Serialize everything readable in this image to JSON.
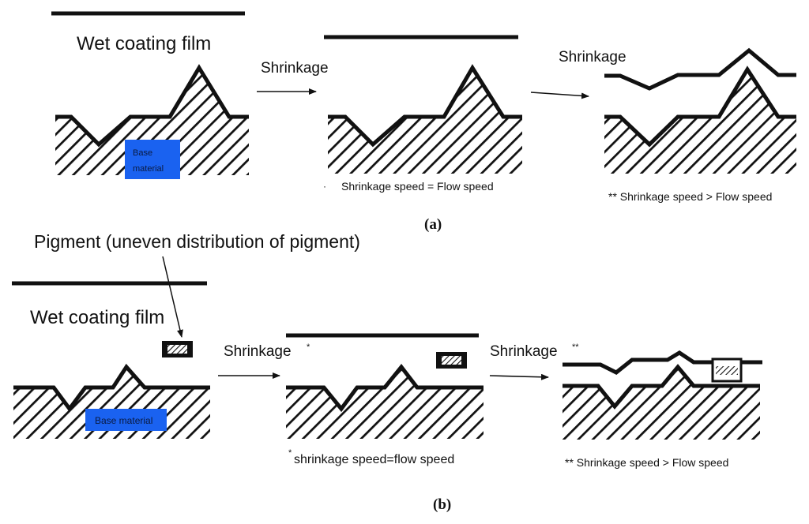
{
  "labels": {
    "wet_film_a": "Wet coating film",
    "base_material_a": [
      "Base",
      "material"
    ],
    "shrinkage_a1": "Shrinkage",
    "shrinkage_a2": "Shrinkage",
    "note_a_equal_bullet": "·",
    "note_a_equal": "Shrinkage speed = Flow speed",
    "note_a_greater": "** Shrinkage speed > Flow speed",
    "caption_a": "(a)",
    "pigment_title": "Pigment (uneven distribution of pigment)",
    "wet_film_b": "Wet coating film",
    "base_material_b": "Base material",
    "shrinkage_b1": "Shrinkage",
    "shrinkage_b1_mark": "*",
    "shrinkage_b2": "Shrinkage",
    "shrinkage_b2_mark": "**",
    "note_b_equal_mark": "*",
    "note_b_equal": "shrinkage speed=flow speed",
    "note_b_greater": "** Shrinkage speed > Flow speed",
    "caption_b": "(b)"
  },
  "colors": {
    "base_material_box": "#1a62f0",
    "line": "#111111"
  }
}
